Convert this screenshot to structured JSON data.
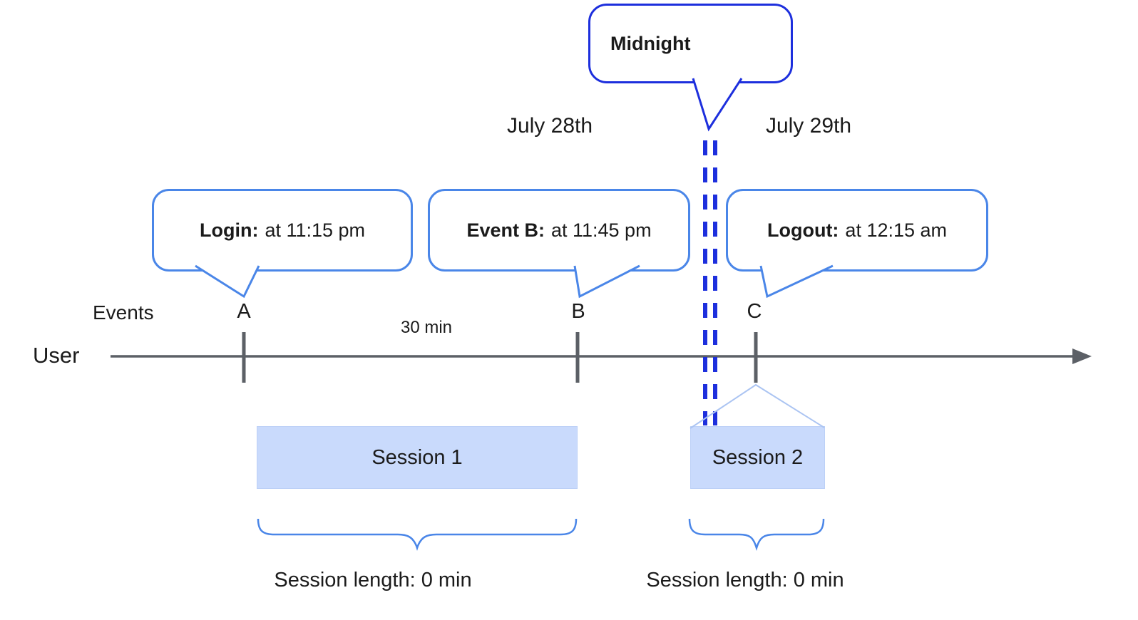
{
  "colors": {
    "callout_border_light_blue": "#4a86e8",
    "midnight_dark_blue": "#1d2fdd",
    "session_fill": "#c9dafc",
    "timeline_gray": "#5c6066"
  },
  "midnight_callout": {
    "label": "Midnight"
  },
  "date_labels": {
    "before_midnight": "July 28th",
    "after_midnight": "July 29th"
  },
  "event_callouts": [
    {
      "title": "Login:",
      "time": "at 11:15 pm",
      "marker": "A"
    },
    {
      "title": "Event B:",
      "time": "at 11:45 pm",
      "marker": "B"
    },
    {
      "title": "Logout:",
      "time": "at 12:15 am",
      "marker": "C"
    }
  ],
  "timeline": {
    "row_label": "User",
    "events_label": "Events",
    "interval_label": "30 min"
  },
  "sessions": [
    {
      "name": "Session 1",
      "length": "Session length: 0 min"
    },
    {
      "name": "Session 2",
      "length": "Session length: 0 min"
    }
  ]
}
